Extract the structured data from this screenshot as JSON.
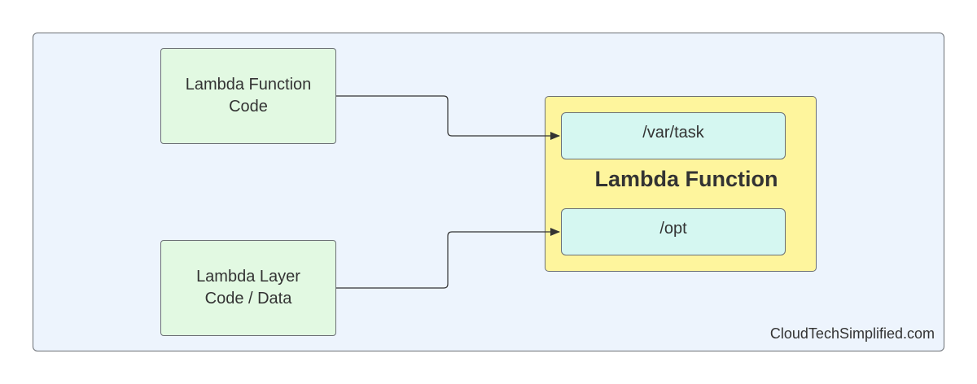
{
  "diagram": {
    "sources": [
      {
        "id": "function-code",
        "label": "Lambda Function\nCode"
      },
      {
        "id": "layer-code",
        "label": "Lambda Layer\nCode / Data"
      }
    ],
    "function": {
      "title": "Lambda Function",
      "directories": [
        {
          "id": "task",
          "label": "/var/task"
        },
        {
          "id": "opt",
          "label": "/opt"
        }
      ]
    },
    "edges": [
      {
        "from": "function-code",
        "to": "task"
      },
      {
        "from": "layer-code",
        "to": "opt"
      }
    ],
    "watermark": "CloudTechSimplified.com",
    "colors": {
      "background": "#edf4fd",
      "source_fill": "#e2f9e2",
      "function_fill": "#fef59d",
      "directory_fill": "#d5f7f1",
      "stroke": "#6b6f75",
      "text": "#333333"
    }
  }
}
